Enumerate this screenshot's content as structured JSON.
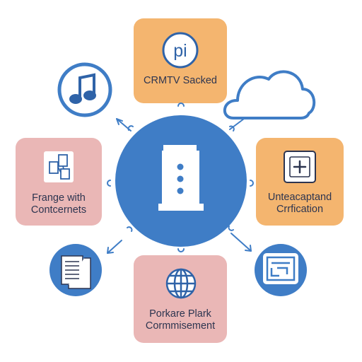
{
  "colors": {
    "blue": "#3f7dc6",
    "dark_blue": "#2f63a8",
    "orange": "#f4b56f",
    "pink": "#eab7b6",
    "text": "#2d3550"
  },
  "hub": {
    "icon": "server-tower-icon"
  },
  "nodes": {
    "top": {
      "badge_text": "pi",
      "label": "CRMTV Sacked",
      "icon": "pi-badge-icon"
    },
    "right": {
      "label_line1": "Unteacaptand",
      "label_line2": "Crrfication",
      "icon": "plus-document-icon"
    },
    "bottom": {
      "label_line1": "Porkare Plark",
      "label_line2": "Cormmisement",
      "icon": "globe-icon"
    },
    "left": {
      "label_line1": "Frange with",
      "label_line2": "Contcernets",
      "icon": "connected-documents-icon"
    },
    "top_left": {
      "icon": "music-note-icon"
    },
    "top_right": {
      "icon": "cloud-icon"
    },
    "bottom_left": {
      "icon": "documents-icon"
    },
    "bottom_right": {
      "icon": "browser-window-icon"
    }
  }
}
